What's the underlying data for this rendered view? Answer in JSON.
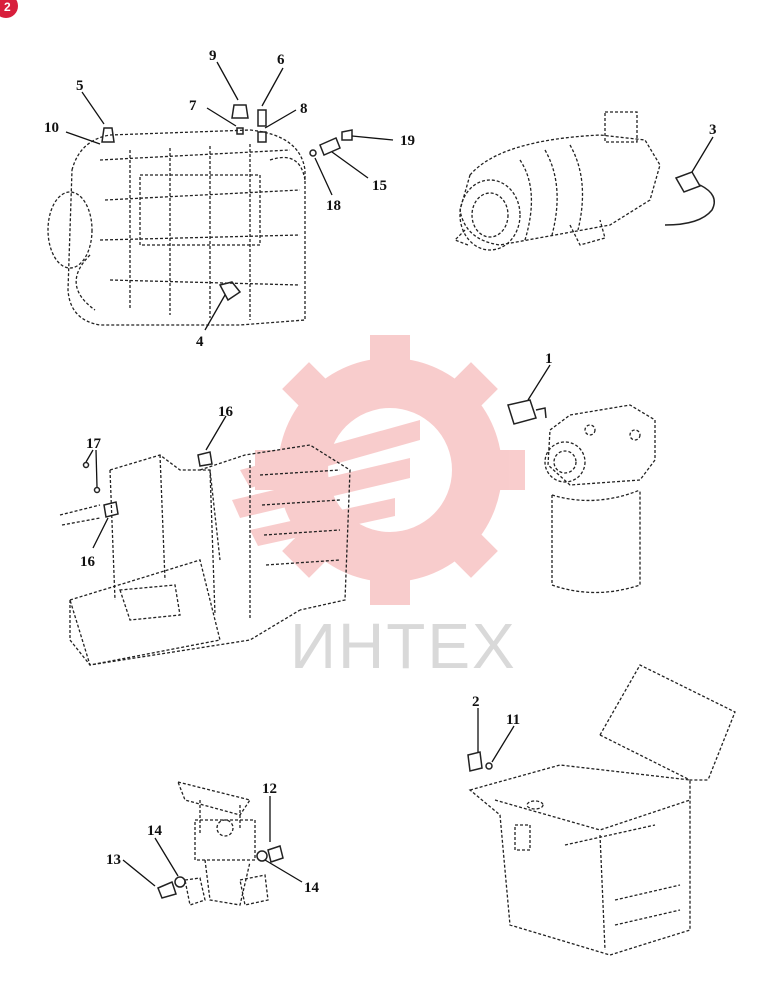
{
  "page_badge": "2",
  "watermark": {
    "text": "ИНТЕХ",
    "color": "#f4a4a4",
    "text_color": "#d9d9d9"
  },
  "callouts": {
    "c1": "1",
    "c2": "2",
    "c3": "3",
    "c4": "4",
    "c5": "5",
    "c6": "6",
    "c7": "7",
    "c8": "8",
    "c9": "9",
    "c10": "10",
    "c11": "11",
    "c12": "12",
    "c13": "13",
    "c14a": "14",
    "c14b": "14",
    "c15": "15",
    "c16a": "16",
    "c16b": "16",
    "c17": "17",
    "c18": "18",
    "c19": "19"
  },
  "colors": {
    "badge": "#d81f3c",
    "lines": "#222222"
  }
}
